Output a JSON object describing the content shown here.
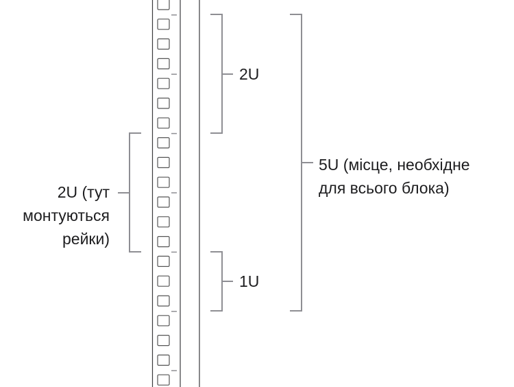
{
  "labels": {
    "upper_2u": "2U",
    "lower_1u": "1U",
    "rails_line1": "2U (тут",
    "rails_line2": "монтуються",
    "rails_line3": "рейки)",
    "total_line1": "5U (місце, необхідне",
    "total_line2": "для всього блока)"
  },
  "colors": {
    "bracket": "#8e8e93",
    "rail": "#3a3a3c",
    "hole": "#555555",
    "text": "#1d1d1f"
  }
}
